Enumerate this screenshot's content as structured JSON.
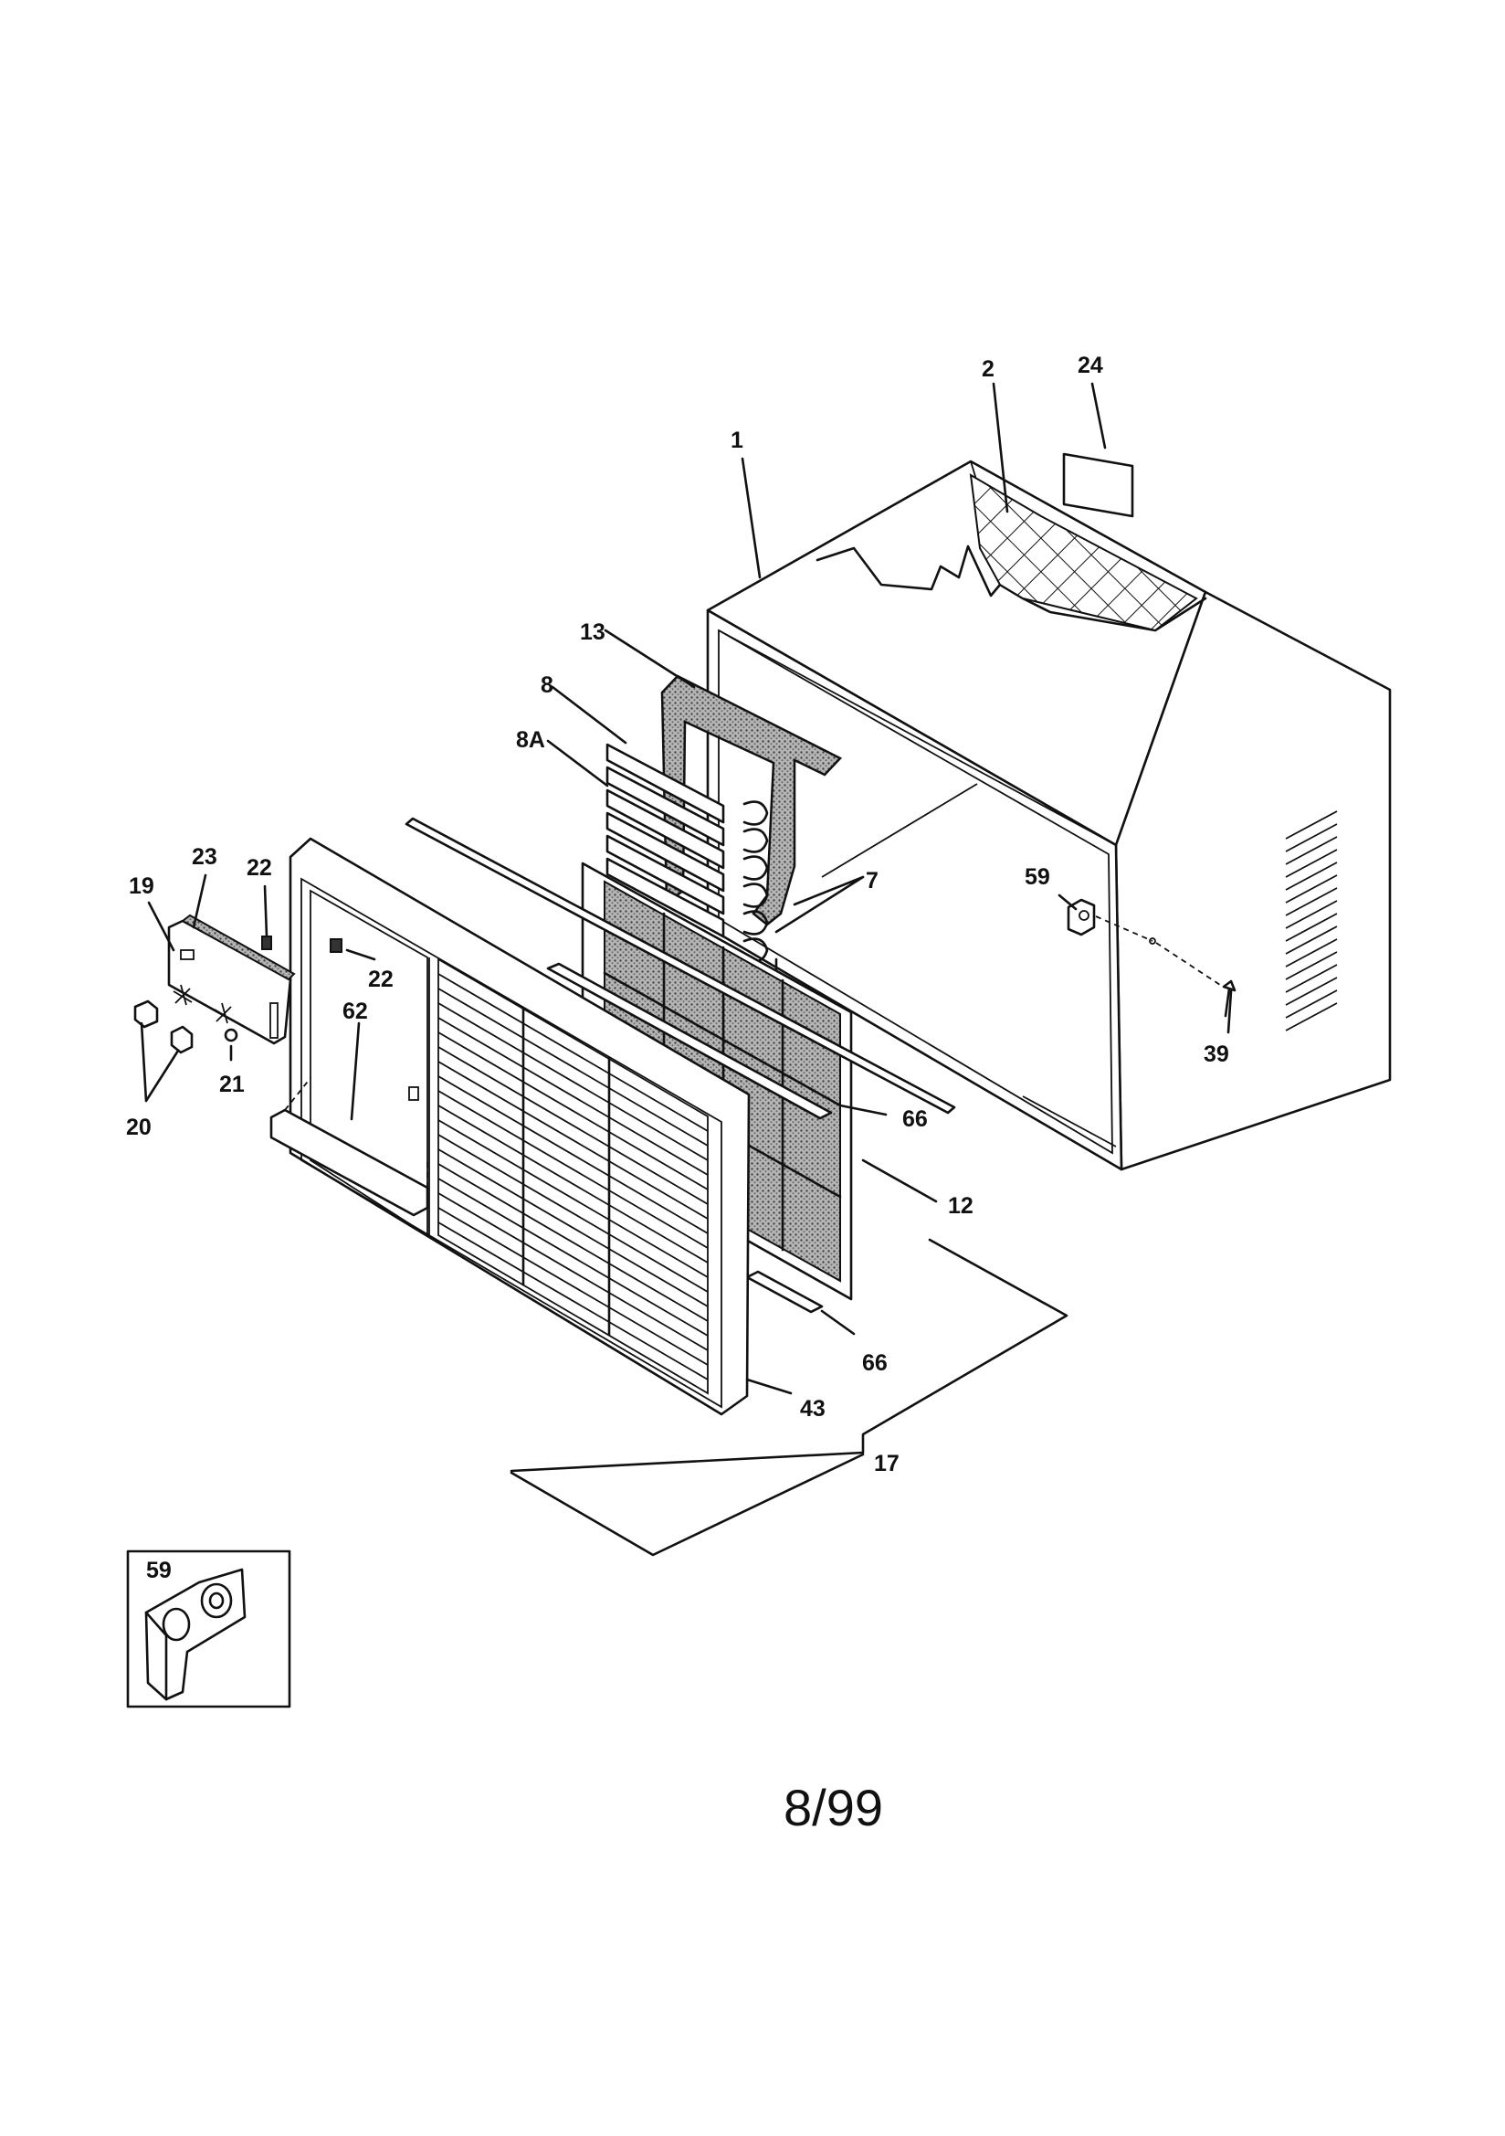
{
  "callouts": {
    "c1": "1",
    "c2": "2",
    "c24": "24",
    "c13": "13",
    "c8": "8",
    "c8a": "8A",
    "c7": "7",
    "c59": "59",
    "c39": "39",
    "c23": "23",
    "c22a": "22",
    "c22b": "22",
    "c19": "19",
    "c20": "20",
    "c21": "21",
    "c62": "62",
    "c66a": "66",
    "c12": "12",
    "c66b": "66",
    "c43": "43",
    "c17": "17"
  },
  "inset": {
    "label": "59"
  },
  "footer": {
    "date": "8/99"
  },
  "colors": {
    "ink": "#111111",
    "paper": "#ffffff",
    "filter_mesh": "#9a9a9a"
  },
  "icons": [
    "cabinet-drawing",
    "filter-drawing",
    "front-grille-drawing",
    "bracket-59-icon"
  ]
}
